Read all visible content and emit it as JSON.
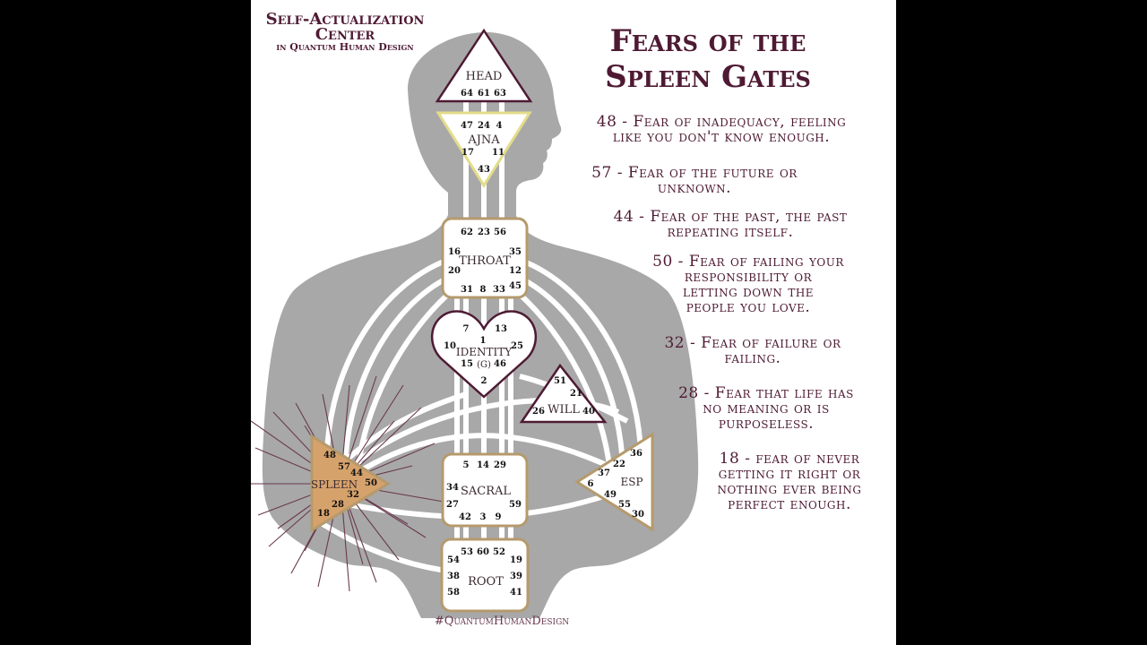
{
  "brand": {
    "line1": "Self-Actualization",
    "line2": "Center",
    "line3": "in Quantum Human Design"
  },
  "title": {
    "line1": "Fears of the",
    "line2": "Spleen Gates"
  },
  "fears": [
    {
      "lines": [
        "48 - Fear of inadequacy, feeling",
        "like you don't know enough."
      ]
    },
    {
      "lines": [
        "57 - Fear of the future or",
        "unknown."
      ]
    },
    {
      "lines": [
        "44 - Fear of the past, the past",
        "repeating itself."
      ]
    },
    {
      "lines": [
        "50 - Fear of failing your",
        "responsibility or",
        "letting down the",
        "people you love."
      ]
    },
    {
      "lines": [
        "32 - Fear of failure or",
        "failing."
      ]
    },
    {
      "lines": [
        "28 - Fear that life has",
        "no meaning or is",
        "purposeless."
      ]
    },
    {
      "lines": [
        "18 - fear of never",
        "getting it right or",
        "nothing ever being",
        "perfect enough."
      ]
    }
  ],
  "hashtag": "#QuantumHumanDesign",
  "colors": {
    "body_silhouette": "#a8a8a8",
    "center_border": "#b59a6c",
    "spleen_fill": "#d6a26c",
    "text": "#4e1a33"
  },
  "centers": {
    "head": {
      "label": "HEAD",
      "gates": [
        "64",
        "61",
        "63"
      ]
    },
    "ajna": {
      "label": "AJNA",
      "gates": [
        "47",
        "24",
        "4",
        "17",
        "11",
        "43"
      ]
    },
    "throat": {
      "label": "THROAT",
      "gates": [
        "62",
        "23",
        "56",
        "16",
        "35",
        "20",
        "12",
        "31",
        "8",
        "33",
        "45"
      ]
    },
    "identity": {
      "label": "IDENTITY",
      "sublabel": "(G)",
      "gates": [
        "7",
        "1",
        "13",
        "10",
        "25",
        "15",
        "46",
        "2"
      ]
    },
    "will": {
      "label": "WILL",
      "gates": [
        "51",
        "21",
        "26",
        "40"
      ]
    },
    "spleen": {
      "label": "SPLEEN",
      "gates": [
        "48",
        "57",
        "44",
        "50",
        "32",
        "28",
        "18"
      ]
    },
    "sacral": {
      "label": "SACRAL",
      "gates": [
        "5",
        "14",
        "29",
        "34",
        "27",
        "59",
        "42",
        "3",
        "9"
      ]
    },
    "esp": {
      "label": "ESP",
      "gates": [
        "36",
        "22",
        "37",
        "6",
        "49",
        "55",
        "30"
      ]
    },
    "root": {
      "label": "ROOT",
      "gates": [
        "53",
        "60",
        "52",
        "54",
        "19",
        "38",
        "39",
        "58",
        "41"
      ]
    }
  }
}
